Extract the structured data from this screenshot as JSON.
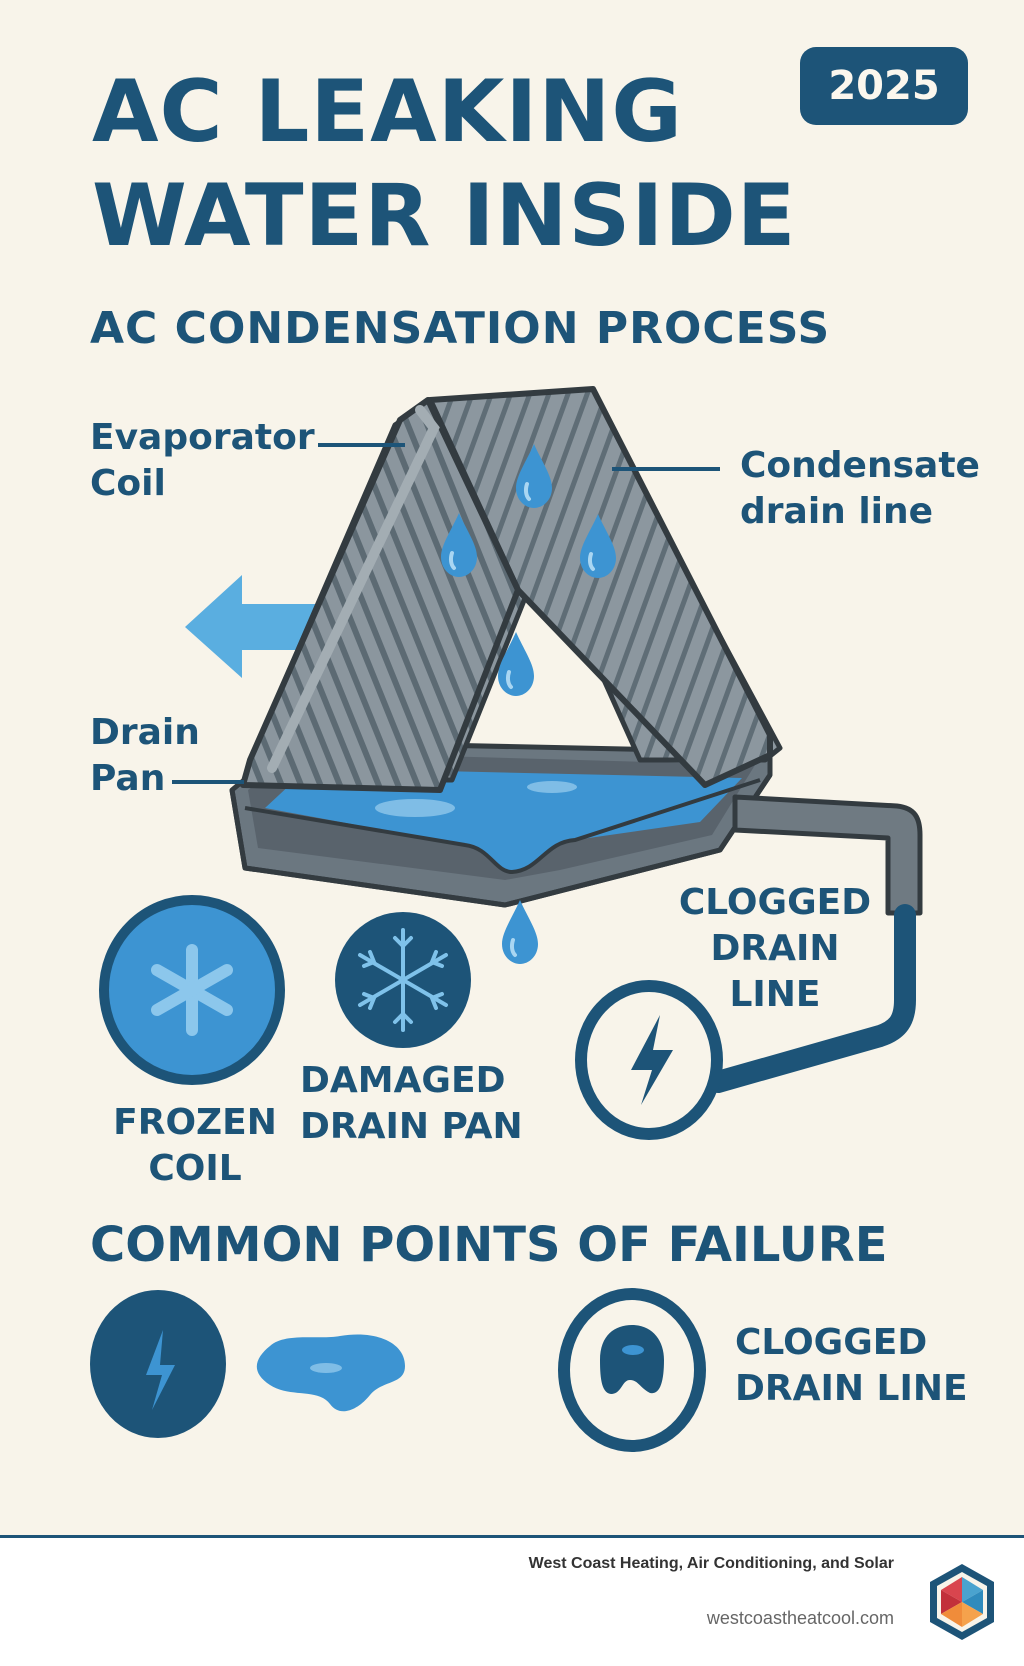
{
  "header": {
    "title_line1": "AC LEAKING",
    "title_line2": "WATER INSIDE",
    "year_badge": "2025"
  },
  "condensation": {
    "heading": "AC CONDENSATION PROCESS",
    "labels": {
      "evaporator_line1": "Evaporator",
      "evaporator_line2": "Coil",
      "condensate_line1": "Condensate",
      "condensate_line2": "drain line",
      "drain_pan_line1": "Drain",
      "drain_pan_line2": "Pan"
    },
    "icons": [
      "evaporator-coil",
      "water-drop",
      "airflow-arrow",
      "drain-pan",
      "drain-pipe"
    ]
  },
  "causes": {
    "clogged_line1": "CLOGGED",
    "clogged_line2": "DRAIN LINE",
    "frozen_line1": "FROZEN",
    "frozen_line2": "COIL",
    "damaged_line1": "DAMAGED",
    "damaged_line2": "DRAIN PAN",
    "icons": [
      "snowflake-icon",
      "snowflake-icon",
      "lightning-icon"
    ]
  },
  "failure": {
    "heading": "COMMON POINTS OF FAILURE",
    "clogged_line1": "CLOGGED",
    "clogged_line2": "DRAIN LINE",
    "icons": [
      "lightning-icon",
      "water-puddle-icon",
      "clog-icon"
    ]
  },
  "colors": {
    "navy": "#1d5478",
    "light_blue": "#3d94d2",
    "sky_blue": "#5aaee0",
    "gray": "#7b8891",
    "background": "#f8f4ea"
  },
  "footer": {
    "company": "West Coast Heating, Air Conditioning, and Solar",
    "url": "westcoastheatcool.com"
  }
}
